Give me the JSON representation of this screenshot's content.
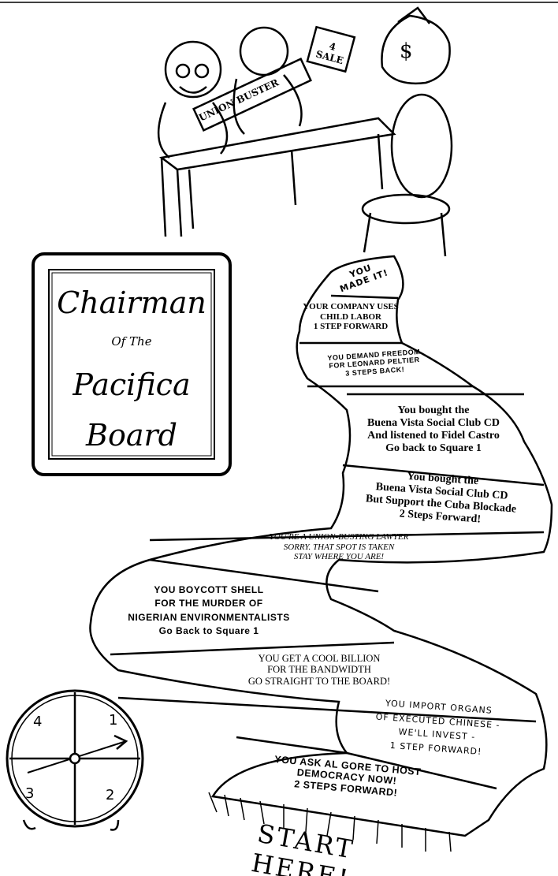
{
  "frame": {
    "line1": "Chairman",
    "line2": "Of The",
    "line3": "Pacifica",
    "line4": "Board"
  },
  "cartoon": {
    "scroll_label": "UNION BUSTER",
    "sign_label": "4 SALE",
    "money_bag_symbol": "$"
  },
  "squares": [
    {
      "text": "YOU\nMADE IT!"
    },
    {
      "text": "YOUR COMPANY USES\nCHILD LABOR\n1 STEP FORWARD"
    },
    {
      "text": "YOU DEMAND FREEDOM\nFOR LEONARD PELTIER\n3 STEPS BACK!"
    },
    {
      "text": "You bought the\nBuena Vista Social Club CD\nAnd listened to Fidel Castro\nGo back to Square 1"
    },
    {
      "text": "You bought the\nBuena Vista Social Club CD\nBut Support the Cuba Blockade\n2 Steps Forward!"
    },
    {
      "text": "YOU'RE A UNION-BUSTING LAWYER\nSORRY. THAT SPOT IS TAKEN\nSTAY WHERE YOU ARE!"
    },
    {
      "text": "YOU BOYCOTT SHELL\nFOR THE MURDER OF\nNIGERIAN ENVIRONMENTALISTS\nGo Back to Square 1"
    },
    {
      "text": "YOU GET A COOL BILLION\nFOR THE BANDWIDTH\nGO STRAIGHT TO THE BOARD!"
    },
    {
      "text": "YOU IMPORT ORGANS\nOF EXECUTED CHINESE -\nWE'LL INVEST -\n1 STEP FORWARD!"
    },
    {
      "text": "YOU ASK AL GORE TO HOST\nDEMOCRACY NOW!\n2 STEPS FORWARD!"
    }
  ],
  "start": "START HERE!",
  "spinner": {
    "numbers": [
      "1",
      "2",
      "3",
      "4"
    ]
  }
}
